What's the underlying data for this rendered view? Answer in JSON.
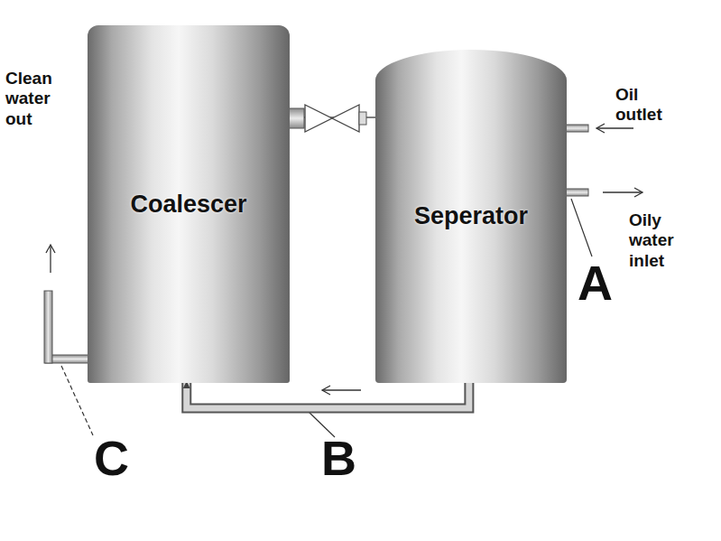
{
  "diagram": {
    "nodes": [
      {
        "text": [
          "Coalescer"
        ]
      },
      {
        "text": [
          "Seperator"
        ]
      }
    ],
    "edges": [
      {
        "from": 1,
        "to": 0,
        "arrow": "to"
      },
      {
        "from": 0,
        "to": 1,
        "arrow": "none"
      }
    ],
    "labels": [
      "Clean water out",
      "Oil outlet",
      "Oily water inlet",
      "A",
      "B",
      "C"
    ]
  }
}
